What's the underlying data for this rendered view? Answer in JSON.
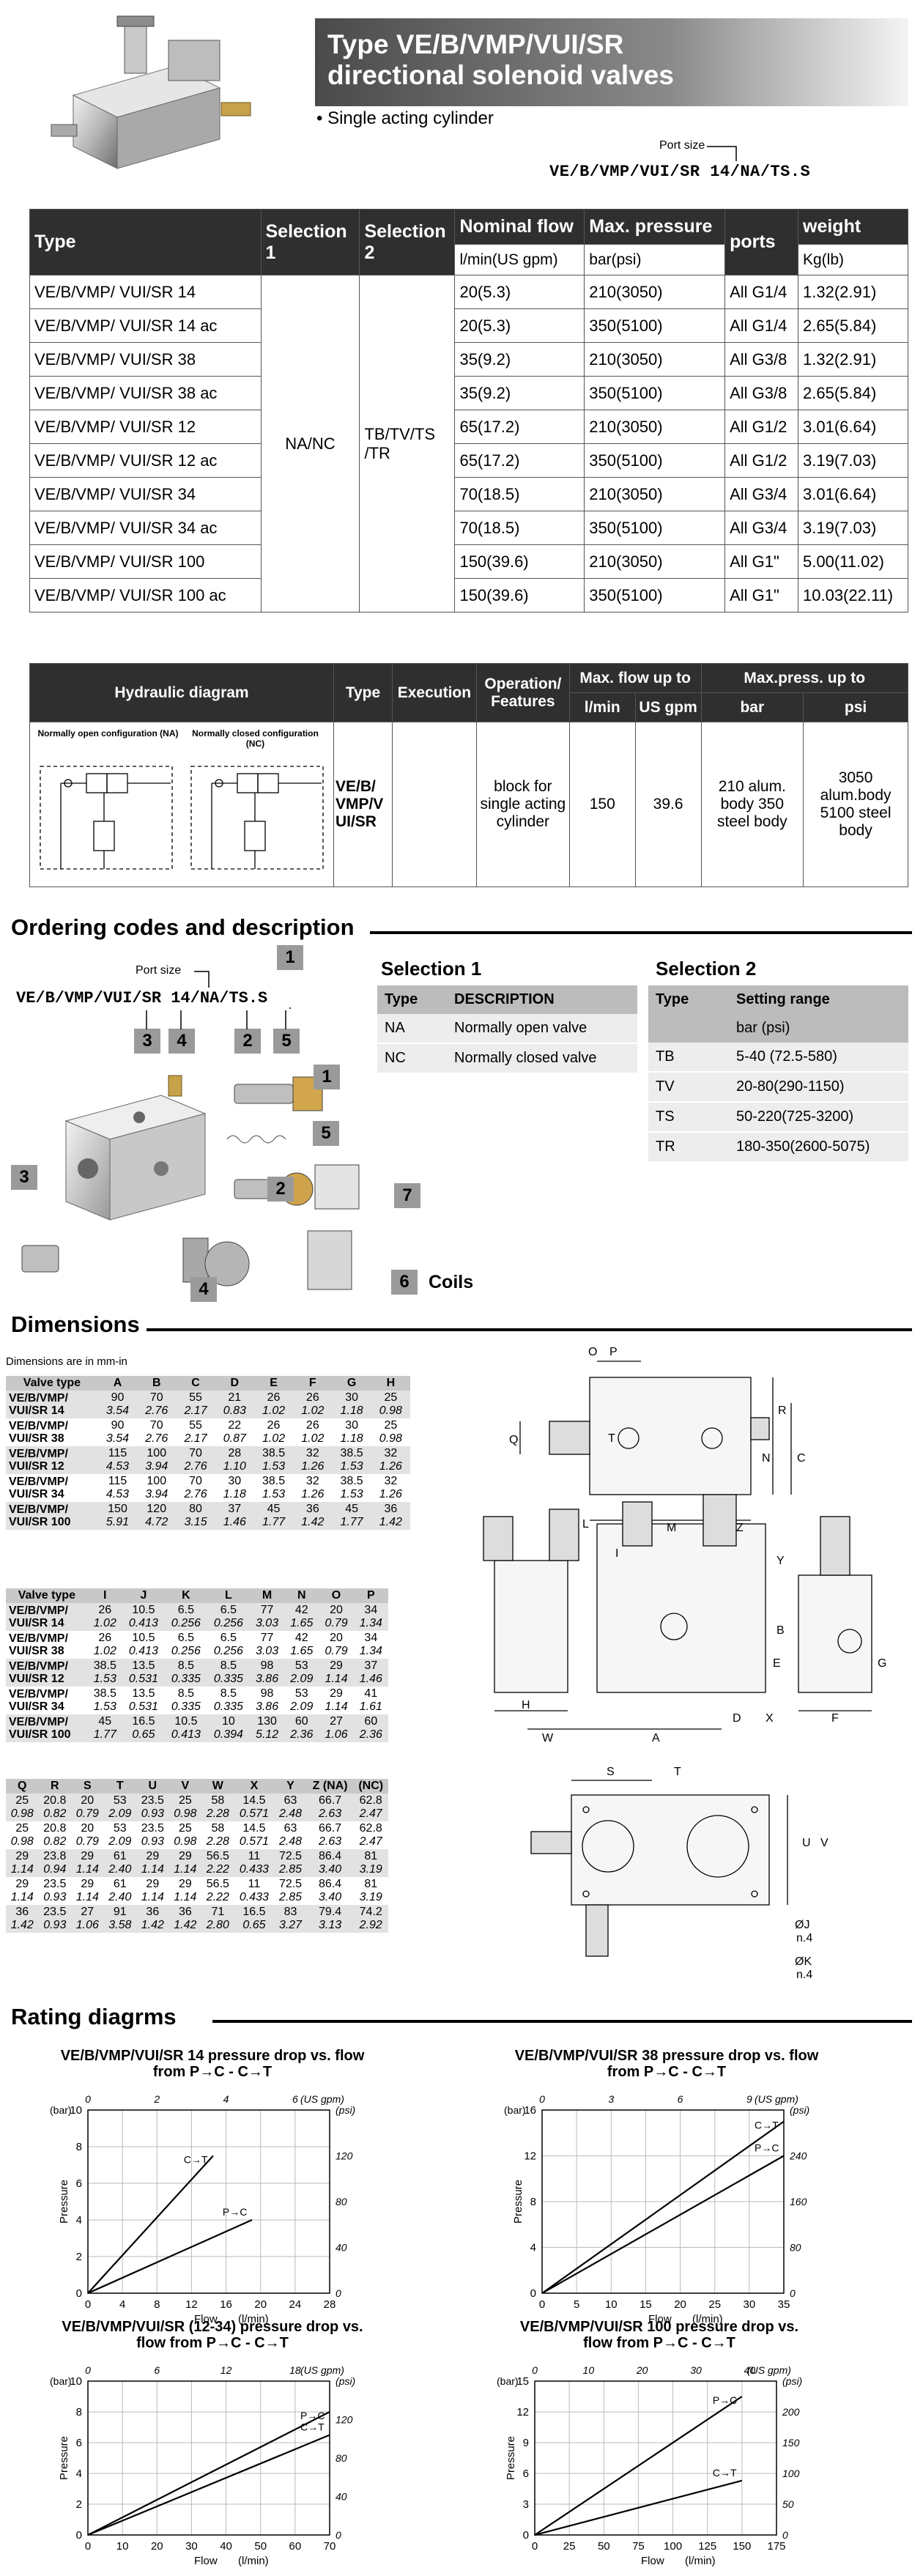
{
  "header": {
    "title_line1": "Type VE/B/VMP/VUI/SR",
    "title_line2": "directional solenoid valves",
    "bullet": "• Single acting cylinder",
    "port_size_label": "Port size",
    "code": "VE/B/VMP/VUI/SR 14/NA/TS.S"
  },
  "spec_table": {
    "headers": {
      "type": "Type",
      "sel1": "Selection 1",
      "sel2": "Selection 2",
      "flow": "Nominal flow",
      "flow_unit": "l/min(US gpm)",
      "pressure": "Max. pressure",
      "pressure_unit": "bar(psi)",
      "ports": "ports",
      "weight": "weight",
      "weight_unit": "Kg(lb)"
    },
    "sel1_value": "NA/NC",
    "sel2_value": "TB/TV/TS /TR",
    "rows": [
      [
        "VE/B/VMP/ VUI/SR 14",
        "20(5.3)",
        "210(3050)",
        "All G1/4",
        "1.32(2.91)"
      ],
      [
        "VE/B/VMP/ VUI/SR 14  ac",
        "20(5.3)",
        "350(5100)",
        "All G1/4",
        "2.65(5.84)"
      ],
      [
        "VE/B/VMP/ VUI/SR 38",
        "35(9.2)",
        "210(3050)",
        "All G3/8",
        "1.32(2.91)"
      ],
      [
        "VE/B/VMP/ VUI/SR 38  ac",
        "35(9.2)",
        "350(5100)",
        "All G3/8",
        "2.65(5.84)"
      ],
      [
        "VE/B/VMP/ VUI/SR 12",
        "65(17.2)",
        "210(3050)",
        "All G1/2",
        "3.01(6.64)"
      ],
      [
        "VE/B/VMP/ VUI/SR 12 ac",
        "65(17.2)",
        "350(5100)",
        "All G1/2",
        "3.19(7.03)"
      ],
      [
        "VE/B/VMP/ VUI/SR 34",
        "70(18.5)",
        "210(3050)",
        "All G3/4",
        "3.01(6.64)"
      ],
      [
        "VE/B/VMP/ VUI/SR 34 ac",
        "70(18.5)",
        "350(5100)",
        "All G3/4",
        "3.19(7.03)"
      ],
      [
        "VE/B/VMP/ VUI/SR 100",
        "150(39.6)",
        "210(3050)",
        "All G1\"",
        "5.00(11.02)"
      ],
      [
        "VE/B/VMP/ VUI/SR 100 ac",
        "150(39.6)",
        "350(5100)",
        "All G1\"",
        "10.03(22.11)"
      ]
    ]
  },
  "hydraulic_table": {
    "h_diagram": "Hydraulic diagram",
    "h_type": "Type",
    "h_execution": "Execution",
    "h_operation": "Operation/ Features",
    "h_maxflow": "Max. flow up to",
    "h_lmin": "l/min",
    "h_usgpm": "US gpm",
    "h_maxpress": "Max.press. up to",
    "h_bar": "bar",
    "h_psi": "psi",
    "diag_na": "Normally open configuration (NA)",
    "diag_nc": "Normally closed configuration (NC)",
    "type": "VE/B/ VMP/V UI/SR",
    "operation": "block for single acting cylinder",
    "flow_lmin": "150",
    "flow_gpm": "39.6",
    "bar": "210 alum. body 350 steel body",
    "psi": "3050 alum.body 5100 steel body"
  },
  "ordering": {
    "heading": "Ordering codes and description",
    "port_size_label": "Port size",
    "code": "VE/B/VMP/VUI/SR 14/NA/TS.S",
    "callouts": [
      "1",
      "3",
      "4",
      "2",
      "5"
    ],
    "parts": [
      "1",
      "5",
      "3",
      "2",
      "7",
      "4",
      "6"
    ],
    "coils_label": "Coils",
    "sel1": {
      "title": "Selection 1",
      "h_type": "Type",
      "h_desc": "DESCRIPTION",
      "rows": [
        [
          "NA",
          "Normally open valve"
        ],
        [
          "NC",
          "Normally closed valve"
        ]
      ]
    },
    "sel2": {
      "title": "Selection 2",
      "h_type": "Type",
      "h_range": "Setting range",
      "h_unit": "bar (psi)",
      "rows": [
        [
          "TB",
          "5-40 (72.5-580)"
        ],
        [
          "TV",
          "20-80(290-1150)"
        ],
        [
          "TS",
          "50-220(725-3200)"
        ],
        [
          "TR",
          "180-350(2600-5075)"
        ]
      ]
    }
  },
  "dimensions": {
    "heading": "Dimensions",
    "note": "Dimensions are in mm-in",
    "t1": {
      "headers": [
        "Valve type",
        "A",
        "B",
        "C",
        "D",
        "E",
        "F",
        "G",
        "H"
      ],
      "rows": [
        {
          "l1": "VE/B/VMP/",
          "l2": "VUI/SR 14",
          "mm": [
            "90",
            "70",
            "55",
            "21",
            "26",
            "26",
            "30",
            "25"
          ],
          "in": [
            "3.54",
            "2.76",
            "2.17",
            "0.83",
            "1.02",
            "1.02",
            "1.18",
            "0.98"
          ]
        },
        {
          "l1": "VE/B/VMP/",
          "l2": "VUI/SR 38",
          "mm": [
            "90",
            "70",
            "55",
            "22",
            "26",
            "26",
            "30",
            "25"
          ],
          "in": [
            "3.54",
            "2.76",
            "2.17",
            "0.87",
            "1.02",
            "1.02",
            "1.18",
            "0.98"
          ]
        },
        {
          "l1": "VE/B/VMP/",
          "l2": "VUI/SR 12",
          "mm": [
            "115",
            "100",
            "70",
            "28",
            "38.5",
            "32",
            "38.5",
            "32"
          ],
          "in": [
            "4.53",
            "3.94",
            "2.76",
            "1.10",
            "1.53",
            "1.26",
            "1.53",
            "1.26"
          ]
        },
        {
          "l1": "VE/B/VMP/",
          "l2": "VUI/SR 34",
          "mm": [
            "115",
            "100",
            "70",
            "30",
            "38.5",
            "32",
            "38.5",
            "32"
          ],
          "in": [
            "4.53",
            "3.94",
            "2.76",
            "1.18",
            "1.53",
            "1.26",
            "1.53",
            "1.26"
          ]
        },
        {
          "l1": "VE/B/VMP/",
          "l2": "VUI/SR 100",
          "mm": [
            "150",
            "120",
            "80",
            "37",
            "45",
            "36",
            "45",
            "36"
          ],
          "in": [
            "5.91",
            "4.72",
            "3.15",
            "1.46",
            "1.77",
            "1.42",
            "1.77",
            "1.42"
          ]
        }
      ]
    },
    "t2": {
      "headers": [
        "Valve type",
        "I",
        "J",
        "K",
        "L",
        "M",
        "N",
        "O",
        "P"
      ],
      "rows": [
        {
          "l1": "VE/B/VMP/",
          "l2": "VUI/SR 14",
          "mm": [
            "26",
            "10.5",
            "6.5",
            "6.5",
            "77",
            "42",
            "20",
            "34"
          ],
          "in": [
            "1.02",
            "0.413",
            "0.256",
            "0.256",
            "3.03",
            "1.65",
            "0.79",
            "1.34"
          ]
        },
        {
          "l1": "VE/B/VMP/",
          "l2": "VUI/SR 38",
          "mm": [
            "26",
            "10.5",
            "6.5",
            "6.5",
            "77",
            "42",
            "20",
            "34"
          ],
          "in": [
            "1.02",
            "0.413",
            "0.256",
            "0.256",
            "3.03",
            "1.65",
            "0.79",
            "1.34"
          ]
        },
        {
          "l1": "VE/B/VMP/",
          "l2": "VUI/SR 12",
          "mm": [
            "38.5",
            "13.5",
            "8.5",
            "8.5",
            "98",
            "53",
            "29",
            "37"
          ],
          "in": [
            "1.53",
            "0.531",
            "0.335",
            "0.335",
            "3.86",
            "2.09",
            "1.14",
            "1.46"
          ]
        },
        {
          "l1": "VE/B/VMP/",
          "l2": "VUI/SR 34",
          "mm": [
            "38.5",
            "13.5",
            "8.5",
            "8.5",
            "98",
            "53",
            "29",
            "41"
          ],
          "in": [
            "1.53",
            "0.531",
            "0.335",
            "0.335",
            "3.86",
            "2.09",
            "1.14",
            "1.61"
          ]
        },
        {
          "l1": "VE/B/VMP/",
          "l2": "VUI/SR 100",
          "mm": [
            "45",
            "16.5",
            "10.5",
            "10",
            "130",
            "60",
            "27",
            "60"
          ],
          "in": [
            "1.77",
            "0.65",
            "0.413",
            "0.394",
            "5.12",
            "2.36",
            "1.06",
            "2.36"
          ]
        }
      ]
    },
    "t3": {
      "headers": [
        "Q",
        "R",
        "S",
        "T",
        "U",
        "V",
        "W",
        "X",
        "Y",
        "Z (NA)",
        "(NC)"
      ],
      "rows": [
        {
          "mm": [
            "25",
            "20.8",
            "20",
            "53",
            "23.5",
            "25",
            "58",
            "14.5",
            "63",
            "66.7",
            "62.8"
          ],
          "in": [
            "0.98",
            "0.82",
            "0.79",
            "2.09",
            "0.93",
            "0.98",
            "2.28",
            "0.571",
            "2.48",
            "2.63",
            "2.47"
          ]
        },
        {
          "mm": [
            "25",
            "20.8",
            "20",
            "53",
            "23.5",
            "25",
            "58",
            "14.5",
            "63",
            "66.7",
            "62.8"
          ],
          "in": [
            "0.98",
            "0.82",
            "0.79",
            "2.09",
            "0.93",
            "0.98",
            "2.28",
            "0.571",
            "2.48",
            "2.63",
            "2.47"
          ]
        },
        {
          "mm": [
            "29",
            "23.8",
            "29",
            "61",
            "29",
            "29",
            "56.5",
            "11",
            "72.5",
            "86.4",
            "81"
          ],
          "in": [
            "1.14",
            "0.94",
            "1.14",
            "2.40",
            "1.14",
            "1.14",
            "2.22",
            "0.433",
            "2.85",
            "3.40",
            "3.19"
          ]
        },
        {
          "mm": [
            "29",
            "23.5",
            "29",
            "61",
            "29",
            "29",
            "56.5",
            "11",
            "72.5",
            "86.4",
            "81"
          ],
          "in": [
            "1.14",
            "0.93",
            "1.14",
            "2.40",
            "1.14",
            "1.14",
            "2.22",
            "0.433",
            "2.85",
            "3.40",
            "3.19"
          ]
        },
        {
          "mm": [
            "36",
            "23.5",
            "27",
            "91",
            "36",
            "36",
            "71",
            "16.5",
            "83",
            "79.4",
            "74.2"
          ],
          "in": [
            "1.42",
            "0.93",
            "1.06",
            "3.58",
            "1.42",
            "1.42",
            "2.80",
            "0.65",
            "3.27",
            "3.13",
            "2.92"
          ]
        }
      ]
    },
    "drawing_labels": {
      "o": "O",
      "p": "P",
      "r": "R",
      "t": "T",
      "n": "N",
      "c": "C",
      "q": "Q",
      "l": "L",
      "m": "M",
      "y": "Y",
      "z": "Z",
      "i": "I",
      "h": "H",
      "w": "W",
      "a": "A",
      "d": "D",
      "x": "X",
      "b": "B",
      "e": "E",
      "f": "F",
      "g": "G",
      "s": "S",
      "u": "U",
      "v": "V",
      "oj": "ØJ",
      "n4a": "n.4",
      "ok": "ØK",
      "n4b": "n.4"
    }
  },
  "rating": {
    "heading": "Rating diagrms"
  },
  "chart_data": [
    {
      "type": "line",
      "title": "VE/B/VMP/VUI/SR 14 pressure drop vs. flow from P→C - C→T",
      "xlabel": "Flow",
      "x_unit": "(l/min)",
      "ylabel": "Pressure",
      "y_unit": "(bar)",
      "top_axis_unit": "(US gpm)",
      "right_axis_unit": "(psi)",
      "xlim": [
        0,
        28
      ],
      "ylim": [
        0,
        10
      ],
      "x_ticks": [
        "0",
        "4",
        "8",
        "12",
        "16",
        "20",
        "24",
        "28"
      ],
      "y_ticks": [
        "0",
        "2",
        "4",
        "6",
        "8",
        "10"
      ],
      "top_ticks": [
        "0",
        "2",
        "4",
        "6"
      ],
      "right_ticks": [
        "0",
        "40",
        "80",
        "120",
        "(psi)"
      ],
      "series": [
        {
          "name": "C→T",
          "x": [
            0,
            14.5
          ],
          "y": [
            0,
            7.5
          ]
        },
        {
          "name": "P→C",
          "x": [
            0,
            19
          ],
          "y": [
            0,
            4
          ]
        }
      ]
    },
    {
      "type": "line",
      "title": "VE/B/VMP/VUI/SR 38 pressure drop vs. flow from P→C - C→T",
      "xlabel": "Flow",
      "x_unit": "(l/min)",
      "ylabel": "Pressure",
      "y_unit": "(bar)",
      "top_axis_unit": "(US gpm)",
      "right_axis_unit": "(psi)",
      "xlim": [
        0,
        35
      ],
      "ylim": [
        0,
        16
      ],
      "x_ticks": [
        "0",
        "5",
        "10",
        "15",
        "20",
        "25",
        "30",
        "35"
      ],
      "y_ticks": [
        "0",
        "4",
        "8",
        "12",
        "16"
      ],
      "top_ticks": [
        "0",
        "3",
        "6",
        "9"
      ],
      "right_ticks": [
        "0",
        "80",
        "160",
        "240",
        "(psi)"
      ],
      "series": [
        {
          "name": "C→T",
          "x": [
            0,
            35
          ],
          "y": [
            0,
            15
          ]
        },
        {
          "name": "P→C",
          "x": [
            0,
            35
          ],
          "y": [
            0,
            12
          ]
        }
      ]
    },
    {
      "type": "line",
      "title": "VE/B/VMP/VUI/SR (12-34) pressure drop vs. flow from P→C - C→T",
      "xlabel": "Flow",
      "x_unit": "(l/min)",
      "ylabel": "Pressure",
      "y_unit": "(bar)",
      "top_axis_unit": "(US gpm)",
      "right_axis_unit": "(psi)",
      "xlim": [
        0,
        70
      ],
      "ylim": [
        0,
        10
      ],
      "x_ticks": [
        "0",
        "10",
        "20",
        "30",
        "40",
        "50",
        "60",
        "70"
      ],
      "y_ticks": [
        "0",
        "2",
        "4",
        "6",
        "8",
        "10"
      ],
      "top_ticks": [
        "0",
        "6",
        "12",
        "18"
      ],
      "right_ticks": [
        "0",
        "40",
        "80",
        "120",
        "(psi)"
      ],
      "series": [
        {
          "name": "P→C",
          "x": [
            0,
            70
          ],
          "y": [
            0,
            8
          ]
        },
        {
          "name": "C→T",
          "x": [
            0,
            70
          ],
          "y": [
            0,
            6.5
          ]
        }
      ]
    },
    {
      "type": "line",
      "title": "VE/B/VMP/VUI/SR 100 pressure drop vs. flow from P→C - C→T",
      "xlabel": "Flow",
      "x_unit": "(l/min)",
      "ylabel": "Pressure",
      "y_unit": "(bar)",
      "top_axis_unit": "(US gpm)",
      "right_axis_unit": "(psi)",
      "xlim": [
        0,
        175
      ],
      "ylim": [
        0,
        15
      ],
      "x_ticks": [
        "0",
        "25",
        "50",
        "75",
        "100",
        "125",
        "150",
        "175"
      ],
      "y_ticks": [
        "0",
        "3",
        "6",
        "9",
        "12",
        "15"
      ],
      "top_ticks": [
        "0",
        "10",
        "20",
        "30",
        "40"
      ],
      "right_ticks": [
        "0",
        "50",
        "100",
        "150",
        "200",
        "(psi)"
      ],
      "series": [
        {
          "name": "P→C",
          "x": [
            0,
            150
          ],
          "y": [
            0,
            13.5
          ]
        },
        {
          "name": "C→T",
          "x": [
            0,
            150
          ],
          "y": [
            0,
            5.3
          ]
        }
      ]
    }
  ]
}
